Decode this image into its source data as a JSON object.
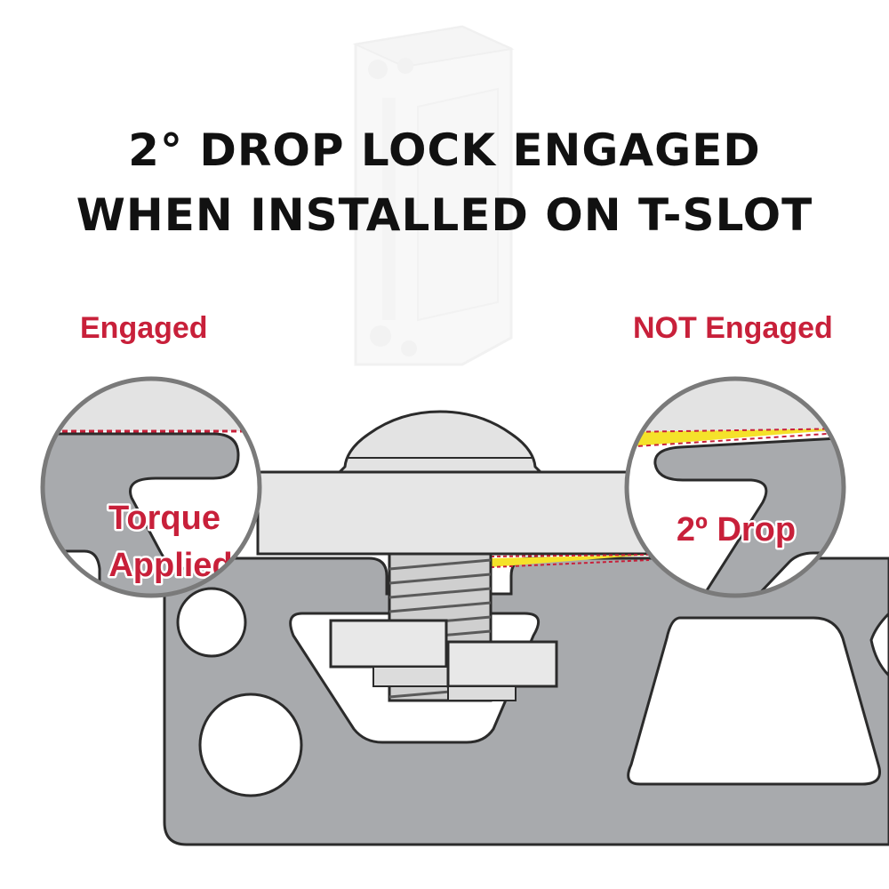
{
  "headline": {
    "line1": "2° DROP LOCK ENGAGED",
    "line2": "WHEN INSTALLED ON T-SLOT"
  },
  "labels": {
    "engaged": "Engaged",
    "not_engaged": "NOT Engaged"
  },
  "callouts": {
    "torque_line1": "Torque",
    "torque_line2": "Applied",
    "drop": "2º Drop"
  },
  "colors": {
    "accent_red": "#c8203a",
    "profile_gray": "#a8aaad",
    "outline": "#2b2b2b",
    "highlight_yellow": "#f5e22a"
  }
}
